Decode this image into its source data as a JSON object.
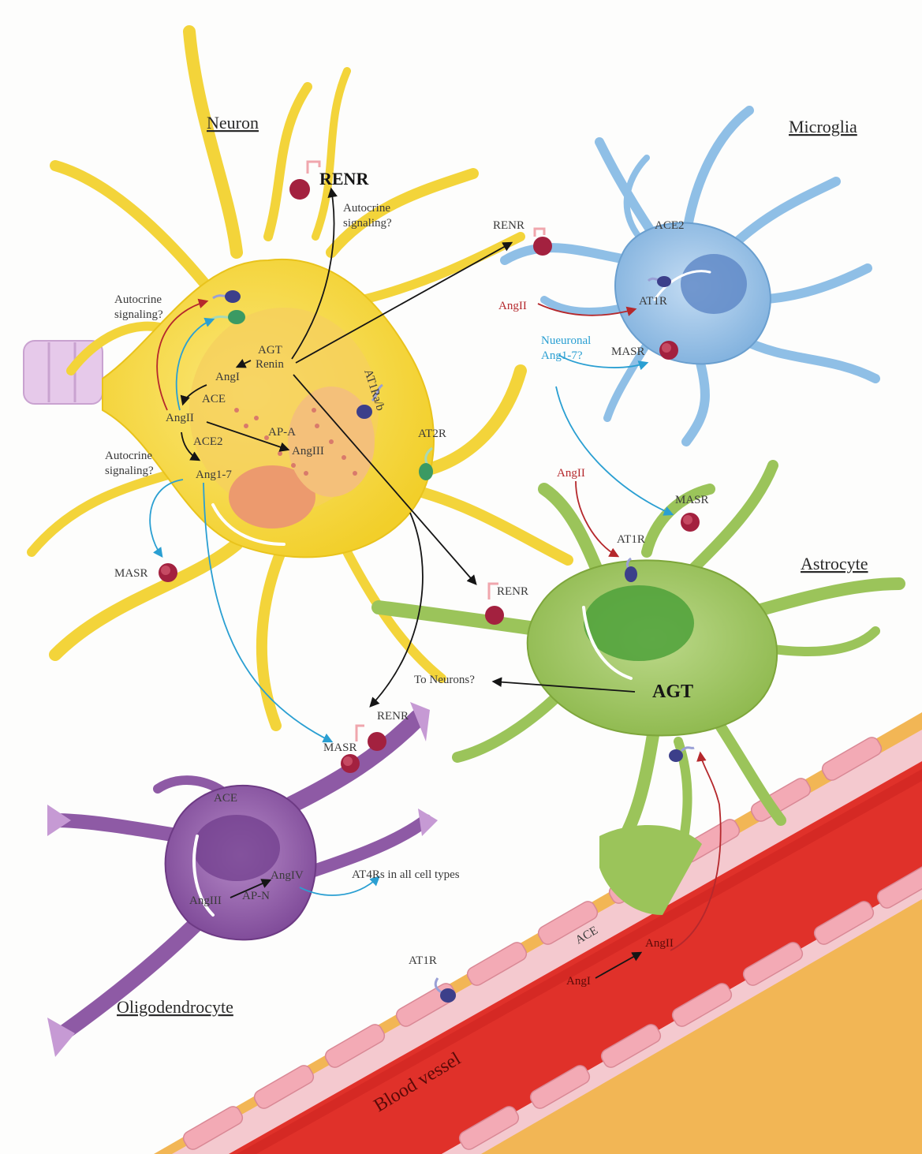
{
  "colors": {
    "neuron": "#f6d73a",
    "microglia": "#8fbfe6",
    "astrocyte": "#9bc45a",
    "oligodendrocyte": "#8e5aa5",
    "vessel": "#e0312a",
    "arrow_black": "#151515",
    "arrow_red": "#b5282c",
    "arrow_cyan": "#2a9fd2"
  },
  "cells": {
    "neuron": {
      "title": "Neuron"
    },
    "microglia": {
      "title": "Microglia"
    },
    "astrocyte": {
      "title": "Astrocyte"
    },
    "oligodendrocyte": {
      "title": "Oligodendrocyte"
    },
    "vessel": {
      "title": "Blood vessel"
    }
  },
  "neuron_labels": {
    "renr": "RENR",
    "autocrine_top_1": "Autocrine",
    "autocrine_top_2": "signaling?",
    "autocrine_left_1": "Autocrine",
    "autocrine_left_2": "signaling?",
    "autocrine_mid_1": "Autocrine",
    "autocrine_mid_2": "signaling?",
    "agt": "AGT",
    "renin": "Renin",
    "angi": "AngI",
    "ace": "ACE",
    "angii": "AngII",
    "ace2": "ACE2",
    "ap_a": "AP-A",
    "angiii": "AngIII",
    "ang17": "Ang1-7",
    "at1rab": "AT1Ra/b",
    "at2r": "AT2R",
    "masr": "MASR"
  },
  "microglia_labels": {
    "renr": "RENR",
    "ace2": "ACE2",
    "angii": "AngII",
    "at1r": "AT1R",
    "neuronal_1": "Nueuronal",
    "neuronal_2": "Ang1-7?",
    "masr": "MASR"
  },
  "astrocyte_labels": {
    "angii": "AngII",
    "masr": "MASR",
    "at1r": "AT1R",
    "renr": "RENR",
    "agt": "AGT",
    "to_neurons": "To Neurons?"
  },
  "oligo_labels": {
    "renr": "RENR",
    "masr": "MASR",
    "ace": "ACE",
    "angiv": "AngIV",
    "angiii": "AngIII",
    "ap_n": "AP-N",
    "at4rs": "AT4Rs in all cell types"
  },
  "vessel_labels": {
    "at1r": "AT1R",
    "ace": "ACE",
    "angii": "AngII",
    "angi": "AngI"
  }
}
